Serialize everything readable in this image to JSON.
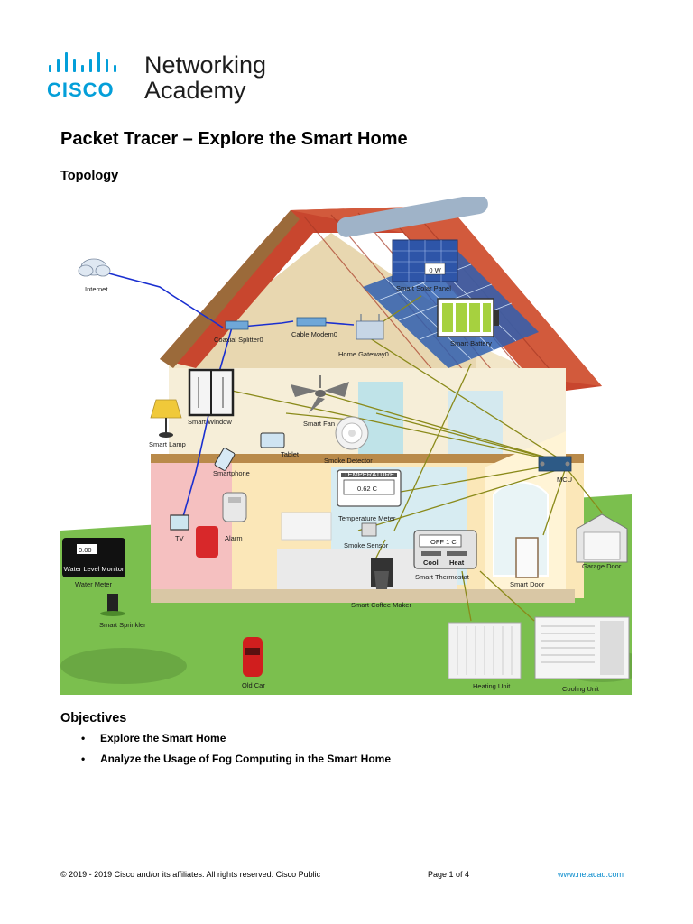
{
  "logo": {
    "brand": "CISCO",
    "line1": "Networking",
    "line2": "Academy",
    "color": "#049fd9"
  },
  "title": "Packet Tracer – Explore the Smart Home",
  "topology_heading": "Topology",
  "topology_labels": {
    "internet": "Internet",
    "coaxial_splitter": "Coaxial Splitter0",
    "cable_modem": "Cable Modem0",
    "home_gateway": "Home Gateway0",
    "smart_solar_panel": "Smart Solar Panel",
    "solar_readout": "0 W",
    "smart_battery": "Smart Battery",
    "smart_window": "Smart Window",
    "smart_fan": "Smart Fan",
    "smart_lamp": "Smart Lamp",
    "tablet": "Tablet",
    "smoke_detector": "Smoke Detector",
    "smartphone": "Smartphone",
    "mcu": "MCU",
    "temperature_meter": "Temperature Meter",
    "temperature_header": "TEMPERATURE",
    "temperature_value": "0.62 C",
    "tv": "TV",
    "alarm": "Alarm",
    "smoke_sensor": "Smoke Sensor",
    "smart_thermostat": "Smart Thermostat",
    "thermostat_readout": "OFF 1 C",
    "thermostat_cool": "Cool",
    "thermostat_heat": "Heat",
    "garage_door": "Garage Door",
    "smart_door": "Smart Door",
    "water_meter": "Water Meter",
    "water_meter_value": "0.00",
    "water_meter_caption": "Water Level Monitor",
    "smart_sprinkler": "Smart Sprinkler",
    "smart_coffee_maker": "Smart Coffee Maker",
    "old_car": "Old Car",
    "heating_unit": "Heating Unit",
    "cooling_unit": "Cooling Unit"
  },
  "objectives_heading": "Objectives",
  "objectives": [
    "Explore the Smart Home",
    "Analyze the Usage of Fog Computing in the Smart Home"
  ],
  "footer": {
    "copyright": "© 2019 - 2019 Cisco and/or its affiliates. All rights reserved. Cisco Public",
    "page": "Page 1 of 4",
    "url": "www.netacad.com"
  },
  "colors": {
    "link": "#0a8ccd",
    "roof": "#c8462e",
    "grass": "#7bbf4e",
    "iot_link": "#8a8a1a",
    "cable_link": "#1a2fd0"
  }
}
